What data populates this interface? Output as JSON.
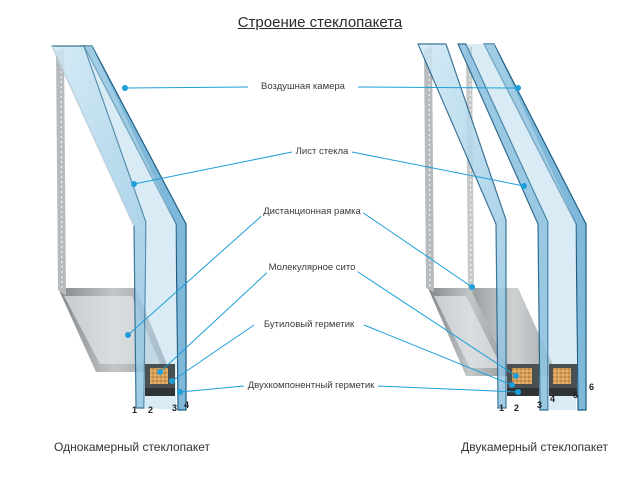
{
  "title": "Строение стеклопакета",
  "labels": {
    "air_chamber": "Воздушная камера",
    "glass_sheet": "Лист стекла",
    "spacer_frame": "Дистанционная рамка",
    "molecular_sieve": "Молекулярное сито",
    "butyl_sealant": "Бутиловый герметик",
    "two_component_sealant": "Двухкомпонентный герметик"
  },
  "captions": {
    "single": "Однокамерный стеклопакет",
    "double": "Двукамерный стеклопакет"
  },
  "numbers_single": [
    "1",
    "2",
    "3",
    "4"
  ],
  "numbers_double": [
    "1",
    "2",
    "3",
    "4",
    "5",
    "6"
  ],
  "colors": {
    "glass": "#a9d3ea",
    "glass_edge": "#1b5f86",
    "leader": "#1f9fd8",
    "frame": "#8e9396",
    "desiccant": "#d9a25a"
  }
}
